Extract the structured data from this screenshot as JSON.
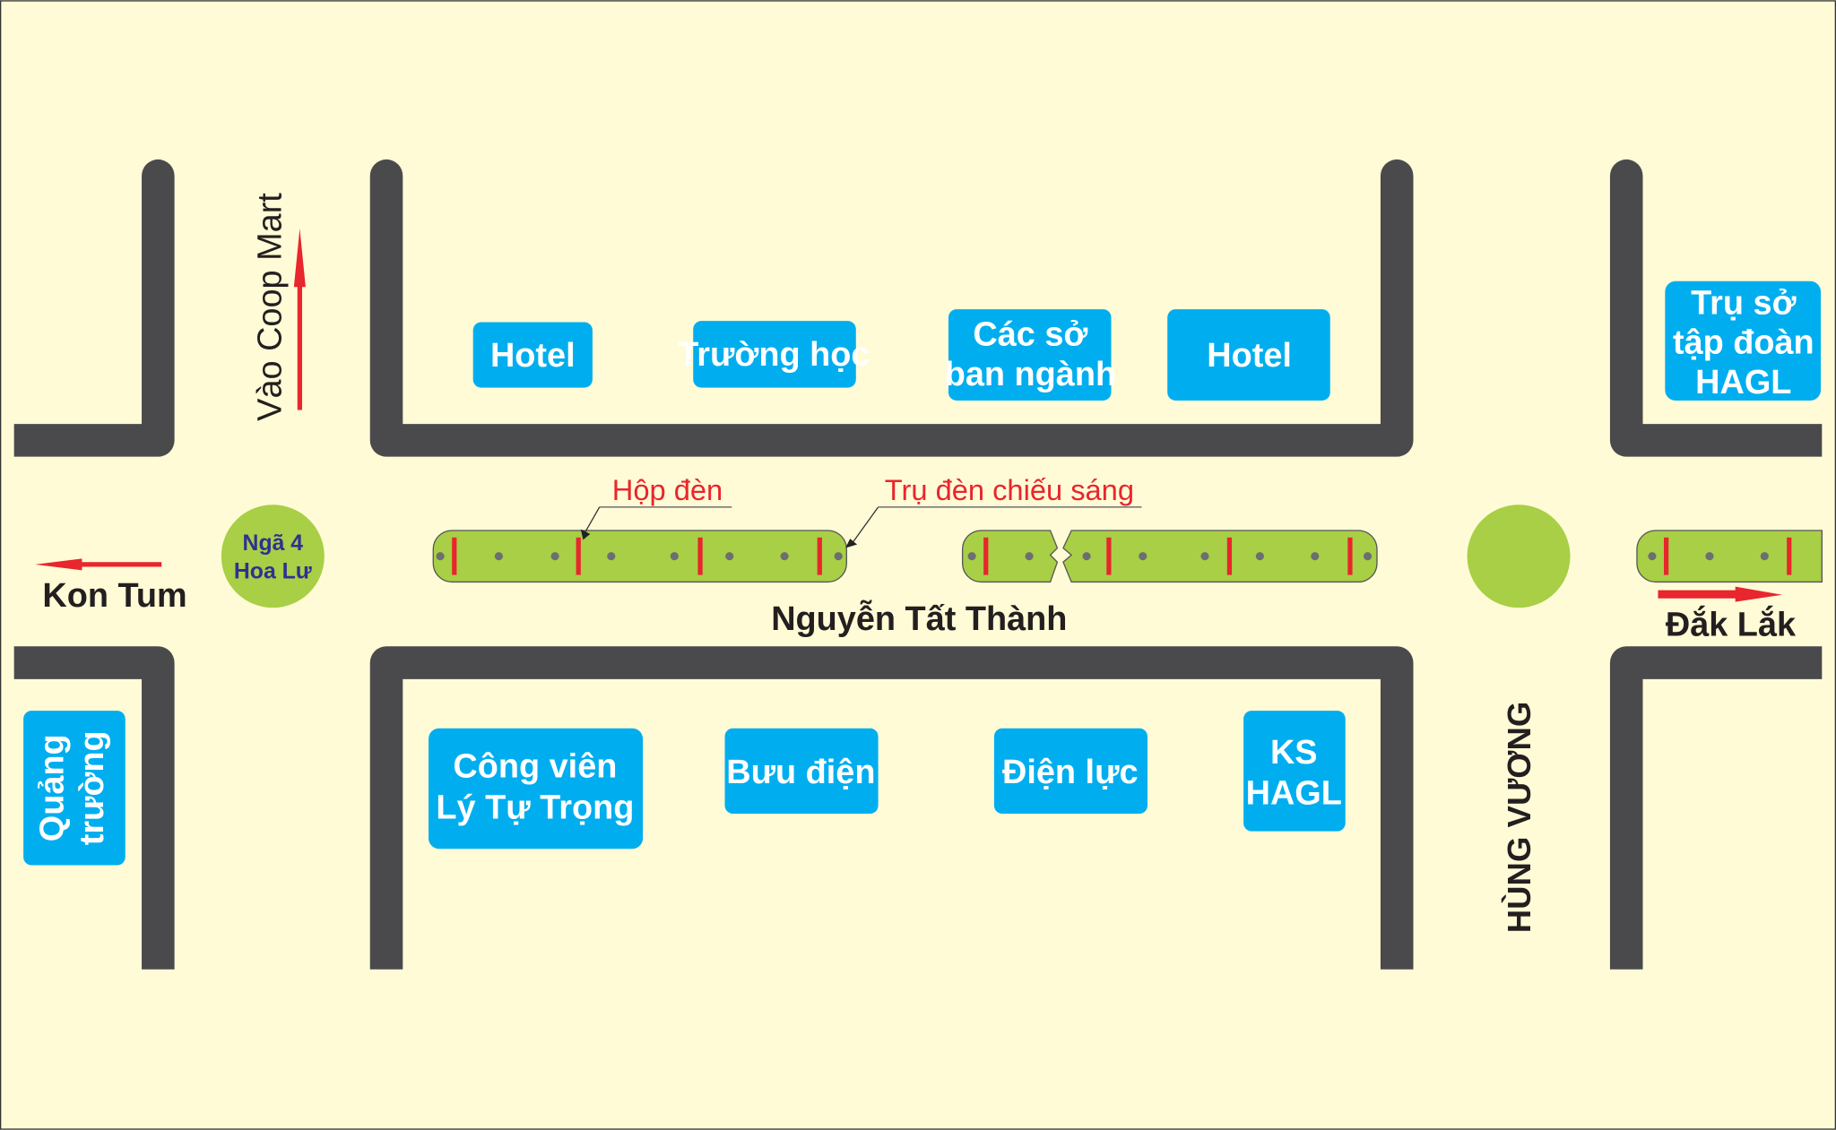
{
  "map": {
    "street_main": "Nguyễn Tất Thành",
    "street_cross": "HÙNG VƯƠNG",
    "direction_up": "Vào Coop Mart",
    "direction_left": "Kon Tum",
    "direction_right": "Đắk Lắk",
    "intersection": {
      "line1": "Ngã 4",
      "line2": "Hoa Lư"
    },
    "legend": {
      "light_box": "Hộp đèn",
      "light_pole": "Trụ đèn chiếu sáng"
    },
    "places_top": [
      {
        "lines": [
          "Hotel"
        ]
      },
      {
        "lines": [
          "Trường học"
        ]
      },
      {
        "lines": [
          "Các sở",
          "ban ngành"
        ]
      },
      {
        "lines": [
          "Hotel"
        ]
      },
      {
        "lines": [
          "Trụ sở",
          "tập đoàn",
          "HAGL"
        ]
      }
    ],
    "places_bottom": [
      {
        "lines": [
          "Công viên",
          "Lý Tự Trọng"
        ]
      },
      {
        "lines": [
          "Bưu điện"
        ]
      },
      {
        "lines": [
          "Điện lực"
        ]
      },
      {
        "lines": [
          "KS",
          "HAGL"
        ]
      },
      {
        "lines": [
          "Quảng",
          "trường"
        ]
      }
    ],
    "colors": {
      "road": "#4a4a4d",
      "place": "#00aeef",
      "green": "#a8cf45",
      "accent": "#e8262d",
      "background": "#fffbd6"
    }
  }
}
